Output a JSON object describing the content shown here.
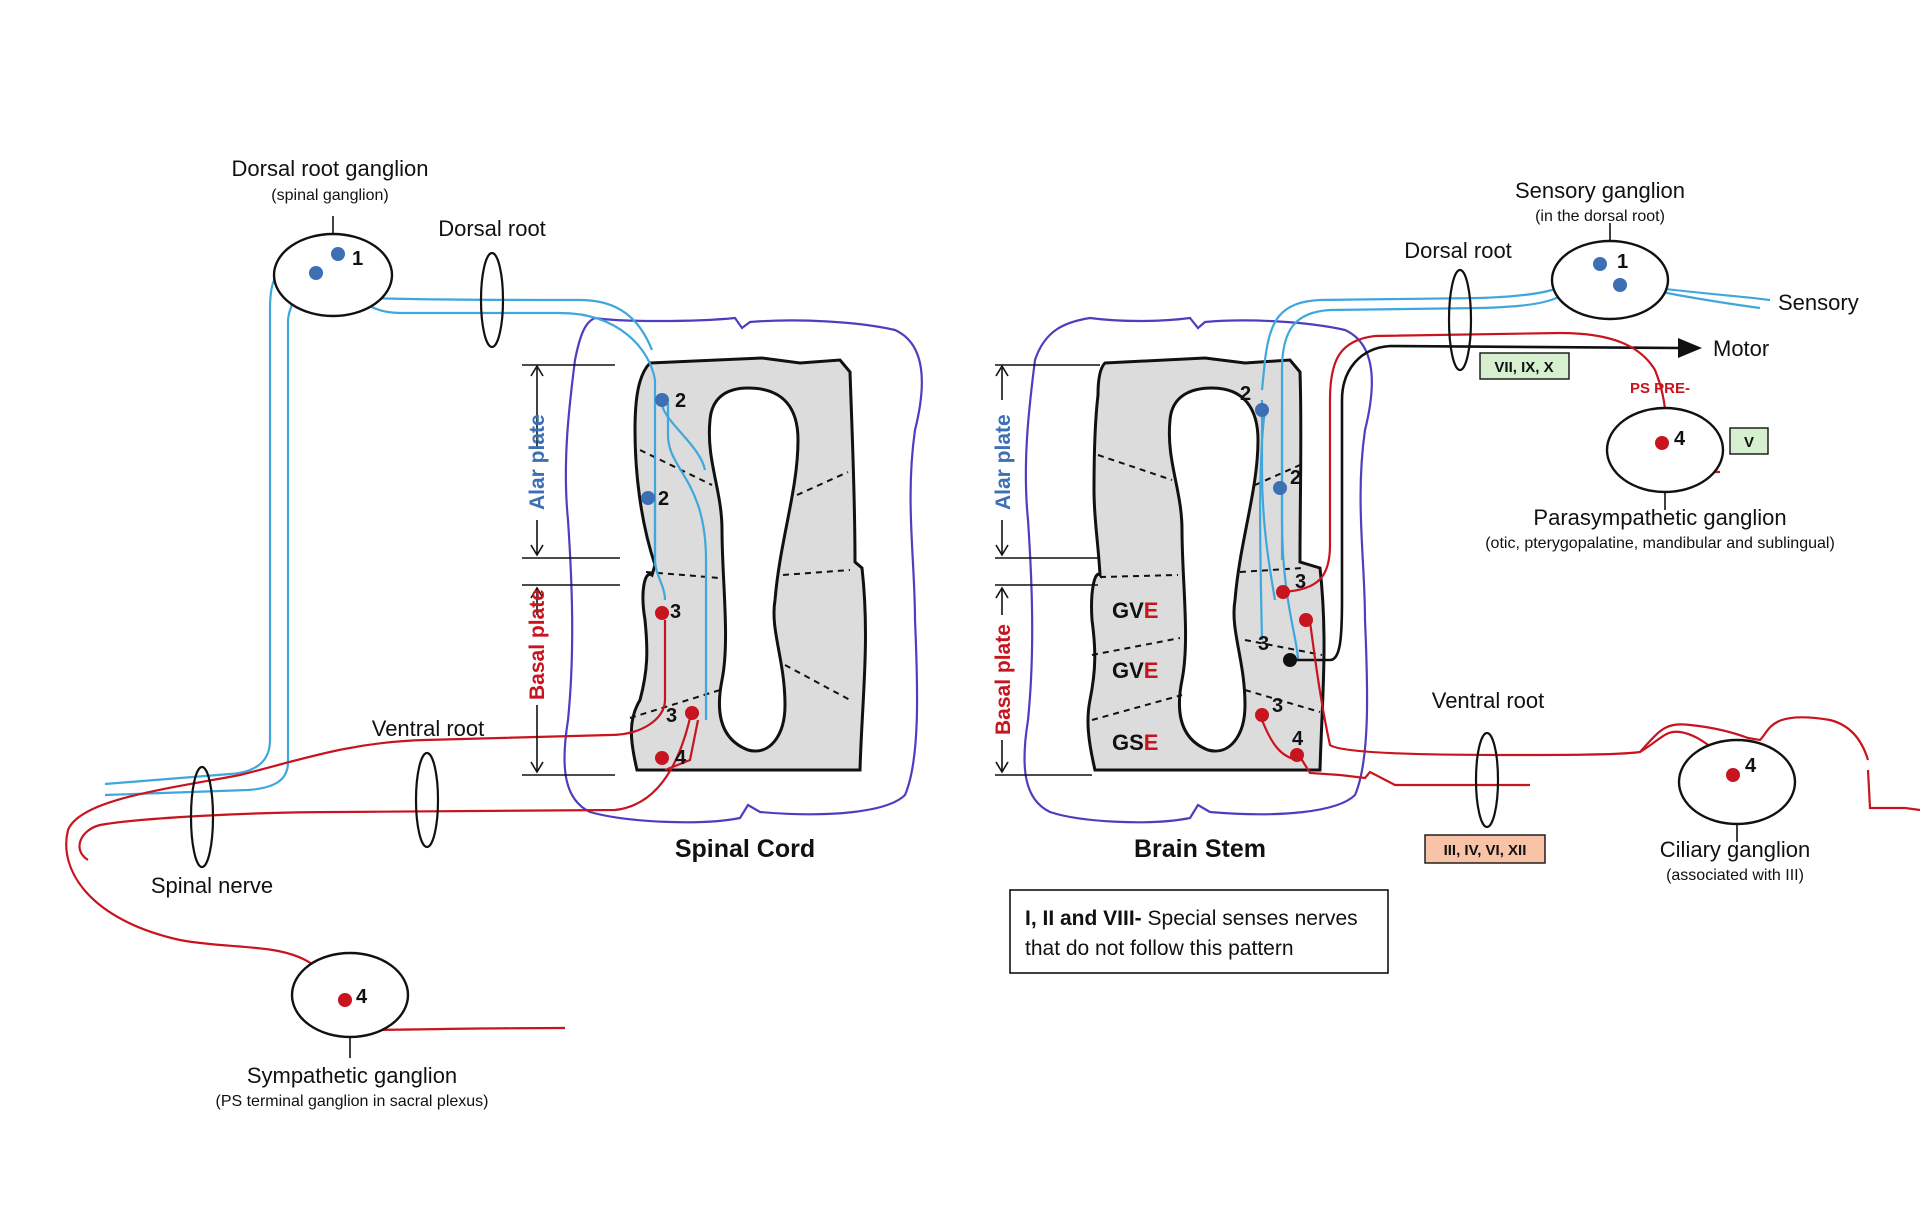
{
  "labels": {
    "drg_title": "Dorsal root ganglion",
    "drg_sub": "(spinal ganglion)",
    "sc_dorsal_root": "Dorsal root",
    "sc_ventral_root": "Ventral root",
    "spinal_nerve": "Spinal nerve",
    "symp_title": "Sympathetic ganglion",
    "symp_sub": "(PS terminal ganglion in sacral plexus)",
    "spinal_cord": "Spinal Cord",
    "brain_stem": "Brain Stem",
    "alar_plate": "Alar plate",
    "basal_plate": "Basal plate",
    "sens_title": "Sensory ganglion",
    "sens_sub": "(in the dorsal root)",
    "bs_dorsal_root": "Dorsal root",
    "sensory": "Sensory",
    "motor": "Motor",
    "ps_pre": "PS PRE-",
    "para_title": "Parasympathetic ganglion",
    "para_sub": "(otic, pterygopalatine, mandibular and sublingual)",
    "bs_ventral_root": "Ventral root",
    "ciliary_title": "Ciliary ganglion",
    "ciliary_sub": "(associated with III)",
    "gve1": "GV",
    "gve2": "GV",
    "gse": "GS",
    "e": "E"
  },
  "numbers": {
    "n1": "1",
    "n2": "2",
    "n3": "3",
    "n4": "4"
  },
  "boxes": {
    "vii_ix_x": "VII, IX, X",
    "v": "V",
    "iii_iv_vi_xii": "III, IV, VI, XII"
  },
  "note": {
    "bold": "I, II and VIII-",
    "line1_rest": " Special senses nerves",
    "line2": "that do not follow this pattern"
  },
  "colors": {
    "sensory_fiber": "#3fa7dc",
    "motor_fiber": "#c8141e",
    "cord_outline": "#4b3fbf",
    "alar_label": "#3d6fb5",
    "basal_label": "#c8141e",
    "green_box": "#d6efcf",
    "orange_box": "#f8c3a6"
  }
}
